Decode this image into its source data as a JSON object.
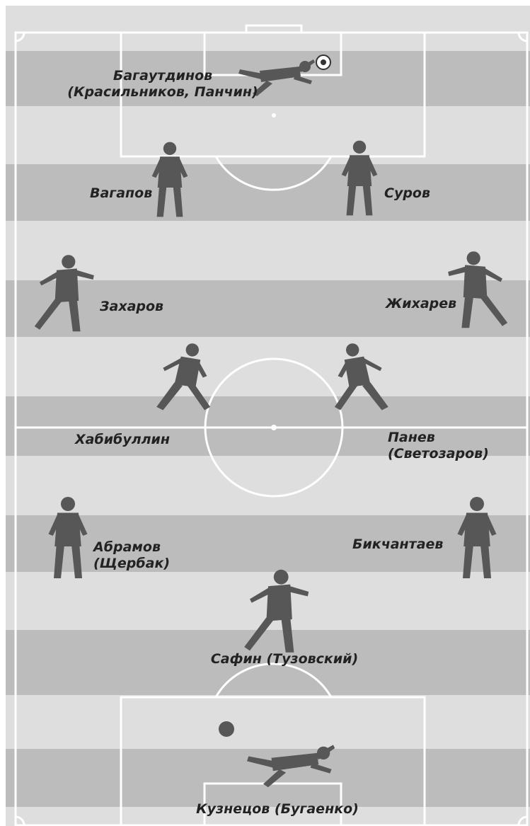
{
  "colors": {
    "stripe_light": "#dedede",
    "stripe_dark": "#bcbcbc",
    "lines": "#ffffff",
    "player": "#575757",
    "text": "#222222"
  },
  "players": {
    "goalkeeper": {
      "line1": "Багаутдинов",
      "line2": "(Красильников, Панчин)",
      "icon": "goalkeeper-diving-icon"
    },
    "def_left": {
      "line1": "Вагапов",
      "icon": "player-silhouette-icon"
    },
    "def_right": {
      "line1": "Суров",
      "icon": "player-silhouette-icon"
    },
    "wide_left": {
      "line1": "Захаров",
      "icon": "player-kicking-icon"
    },
    "wide_right": {
      "line1": "Жихарев",
      "icon": "player-kicking-icon"
    },
    "mid_left": {
      "line1": "Хабибуллин",
      "icon": "player-running-icon"
    },
    "mid_right": {
      "line1": "Панев",
      "line2": "(Светозаров)",
      "icon": "player-running-icon"
    },
    "att_left": {
      "line1": "Абрамов",
      "line2": "(Щербак)",
      "icon": "player-silhouette-icon"
    },
    "att_right": {
      "line1": "Бикчантаев",
      "icon": "player-silhouette-icon"
    },
    "forward": {
      "line1": "Сафин (Тузовский)",
      "icon": "player-kicking-icon"
    },
    "striker": {
      "line1": "Кузнецов (Бугаенко)",
      "icon": "player-volley-icon"
    }
  }
}
